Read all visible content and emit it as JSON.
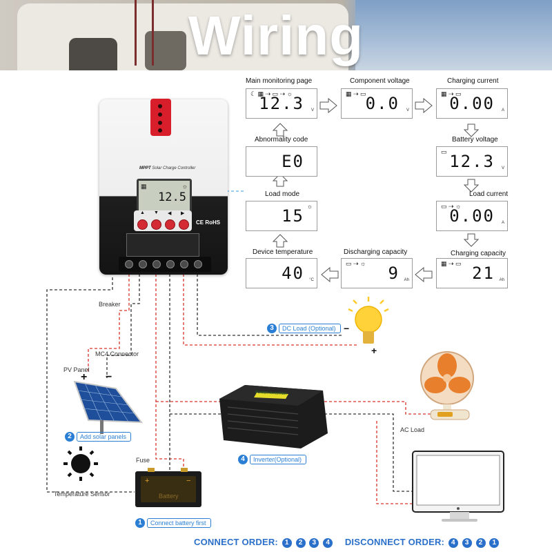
{
  "header": {
    "title": "Wiring"
  },
  "controller": {
    "brand": "MPPT",
    "model_label": "Solar Charge Controller",
    "lcd_value": "12.5",
    "cert": "CE RoHS"
  },
  "screens": [
    {
      "id": "main",
      "label": "Main monitoring page",
      "value": "12.3",
      "unit": "V",
      "icons": "☾ ▦ ⇢ ▭ ⇢ ☼"
    },
    {
      "id": "component",
      "label": "Component voltage",
      "value": "0.0",
      "unit": "V",
      "icons": "▦ ⇢ ▭"
    },
    {
      "id": "charging-current",
      "label": "Charging current",
      "value": "0.00",
      "unit": "A",
      "icons": "▦ ⇢ ▭"
    },
    {
      "id": "abnormality",
      "label": "Abnormality code",
      "value": "E0",
      "unit": "",
      "icons": ""
    },
    {
      "id": "battery-voltage",
      "label": "Battery voltage",
      "value": "12.3",
      "unit": "V",
      "icons": "▭"
    },
    {
      "id": "load-mode",
      "label": "Load mode",
      "value": "15",
      "unit": "",
      "icons": "☼"
    },
    {
      "id": "load-current",
      "label": "Load current",
      "value": "0.00",
      "unit": "A",
      "icons": "▭ ⇢ ☼"
    },
    {
      "id": "device-temp",
      "label": "Device temperature",
      "value": "40",
      "unit": "°C",
      "icons": ""
    },
    {
      "id": "discharging",
      "label": "Discharging capacity",
      "value": "9",
      "unit": "Ah",
      "icons": "▭ ⇢ ☼"
    },
    {
      "id": "charging-capacity",
      "label": "Charging capacity",
      "value": "21",
      "unit": "Ah",
      "icons": "▦ ⇢ ▭"
    }
  ],
  "labels": {
    "breaker": "Breaker",
    "mc4": "MC4 Connector",
    "pv_panel": "PV Panel",
    "fuse": "Fuse",
    "battery": "Battery",
    "temp_sensor": "Temperature Sensor",
    "ac_load": "AC Load",
    "plus": "+",
    "minus": "−"
  },
  "steps": [
    {
      "num": "1",
      "text": "Connect battery first"
    },
    {
      "num": "2",
      "text": "Add solar panels"
    },
    {
      "num": "3",
      "text": "DC Load (Optional)"
    },
    {
      "num": "4",
      "text": "Inverter(Optional)"
    }
  ],
  "inverter": {
    "text": "POWER INVERTER"
  },
  "orders": {
    "connect_label": "CONNECT ORDER:",
    "connect_seq": [
      "1",
      "2",
      "3",
      "4"
    ],
    "disconnect_label": "DISCONNECT ORDER:",
    "disconnect_seq": [
      "4",
      "3",
      "2",
      "1"
    ]
  },
  "colors": {
    "accent_blue": "#2a7fd4",
    "wire_red": "#d9342b",
    "wire_black": "#333333",
    "controller_red": "#d81e2a"
  }
}
